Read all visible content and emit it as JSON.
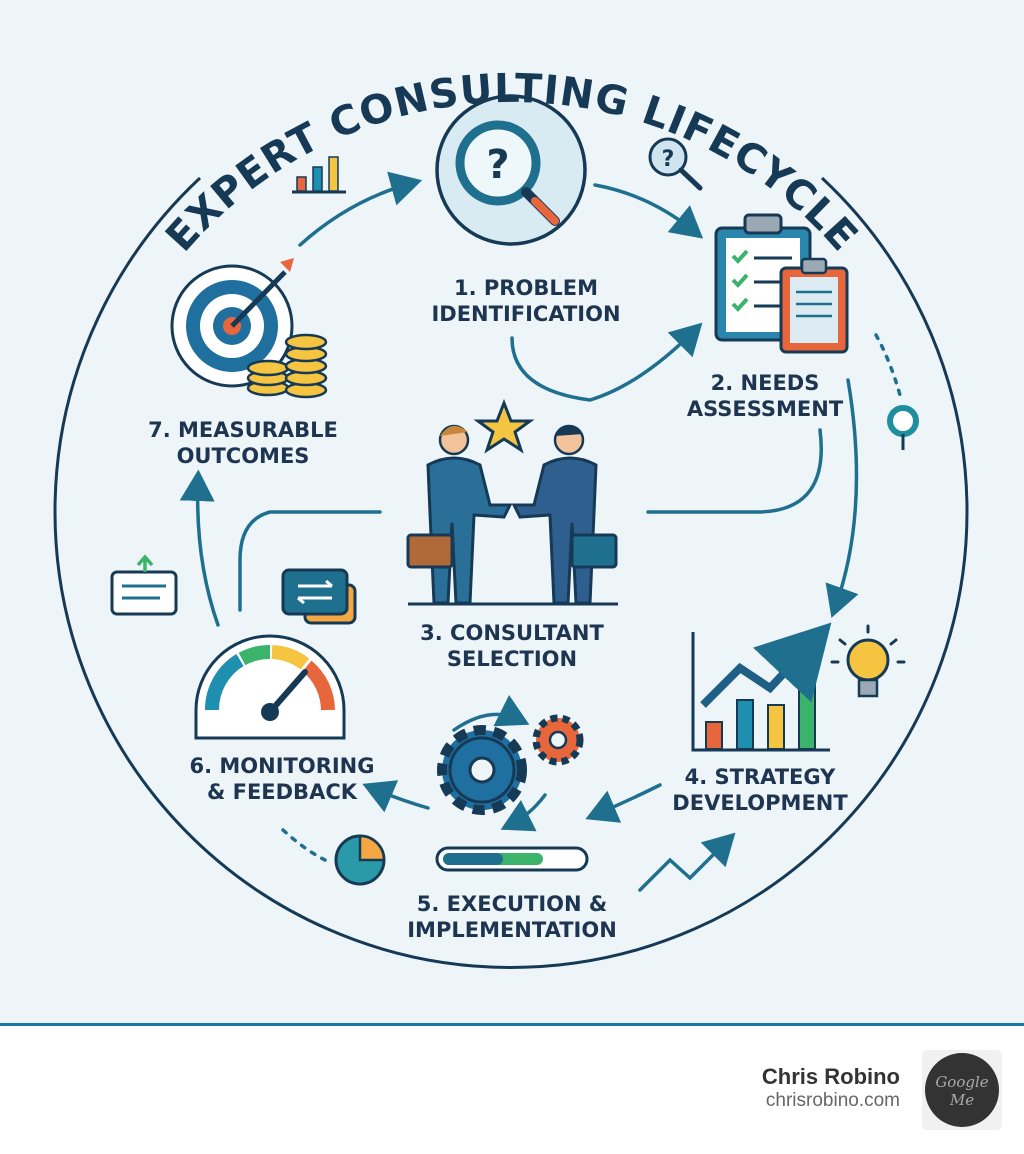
{
  "title": "EXPERT CONSULTING LIFECYCLE",
  "steps": [
    {
      "line1": "1. PROBLEM",
      "line2": "IDENTIFICATION",
      "icon": "magnifier-question-icon"
    },
    {
      "line1": "2. NEEDS",
      "line2": "ASSESSMENT",
      "icon": "clipboard-checklist-icon"
    },
    {
      "line1": "3. CONSULTANT",
      "line2": "SELECTION",
      "icon": "handshake-icon"
    },
    {
      "line1": "4. STRATEGY",
      "line2": "DEVELOPMENT",
      "icon": "growth-chart-icon"
    },
    {
      "line1": "5. EXECUTION &",
      "line2": "IMPLEMENTATION",
      "icon": "gears-icon"
    },
    {
      "line1": "6. MONITORING",
      "line2": "& FEEDBACK",
      "icon": "gauge-icon"
    },
    {
      "line1": "7. MEASURABLE",
      "line2": "OUTCOMES",
      "icon": "target-coins-icon"
    }
  ],
  "colors": {
    "navy": "#1d3550",
    "teal": "#1f7a9a",
    "background": "#eef5f8",
    "accent_orange": "#e8663c",
    "accent_yellow": "#f5c542",
    "accent_green": "#3cb36b"
  },
  "footer": {
    "name": "Chris Robino",
    "url": "chrisrobino.com",
    "logo_text": "Google Me"
  }
}
